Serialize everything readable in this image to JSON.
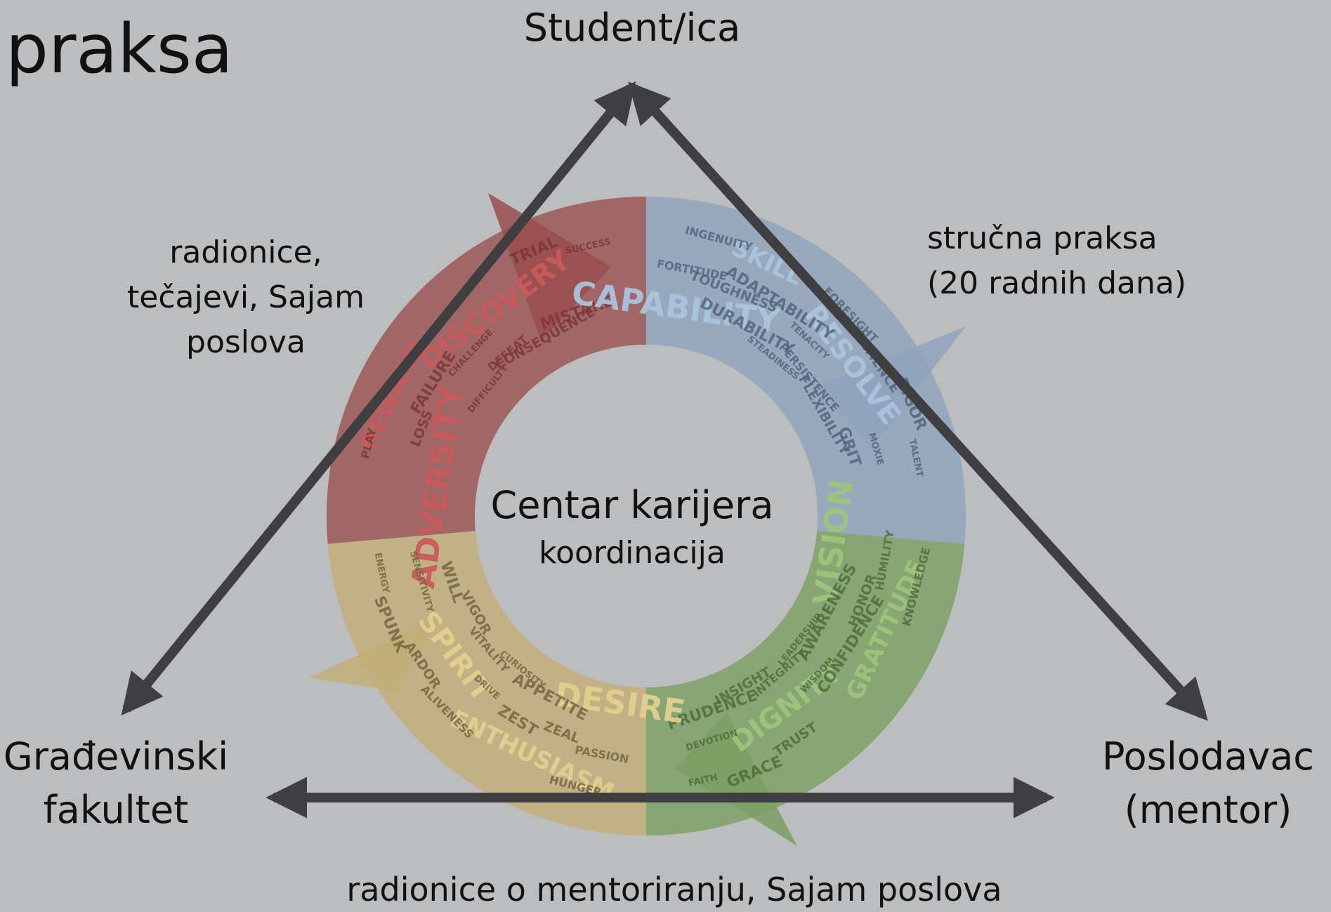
{
  "title": "praksa",
  "nodes": {
    "student": "Student/ica",
    "fakultet_line1": "Građevinski",
    "fakultet_line2": "fakultet",
    "poslodavac_line1": "Poslodavac",
    "poslodavac_line2": "(mentor)"
  },
  "edges": {
    "fakultet_student_line1": "radionice,",
    "fakultet_student_line2": "tečajevi, Sajam",
    "fakultet_student_line3": "poslova",
    "student_poslodavac_line1": "stručna praksa",
    "student_poslodavac_line2": "(20 radnih dana)",
    "fakultet_poslodavac": "radionice o mentoriranju, Sajam poslova"
  },
  "center": {
    "title": "Centar karijera",
    "subtitle": "koordinacija"
  },
  "cycle_segments": [
    {
      "color": "#a24c4c",
      "words": [
        "ADVERSITY",
        "DISCOVERY",
        "REWARD",
        "MISTAKE",
        "CHALLENGE",
        "PLAY",
        "CONSEQUENCE",
        "FAILURE",
        "SUCCESS",
        "DEFEAT",
        "LOSS",
        "TRIAL",
        "DIFFICULTY"
      ]
    },
    {
      "color": "#8ea6bf",
      "words": [
        "CAPABILITY",
        "RESOLVE",
        "SKILL",
        "GRIT",
        "TENACITY",
        "INGENUITY",
        "FLEXIBILITY",
        "ADAPTABILITY",
        "TALENT",
        "PERSISTENCE",
        "TOUGHNESS",
        "RIGOR",
        "STEADINESS",
        "FORTITUDE",
        "PATIENCE",
        "DURABILITY",
        "MOXIE",
        "FORESIGHT"
      ]
    },
    {
      "color": "#7ea763",
      "words": [
        "VISION",
        "DIGNITY",
        "GRATITUDE",
        "PRUDENCE",
        "WISDOM",
        "KNOWLEDGE",
        "INSIGHT",
        "CONFIDENCE",
        "FAITH",
        "INTEGRITY",
        "HONOR",
        "GRACE",
        "LEADERSHIP",
        "HUMILITY",
        "TRUST",
        "AWARENESS",
        "DEVOTION"
      ]
    },
    {
      "color": "#c8b57a",
      "words": [
        "DESIRE",
        "SPIRIT",
        "ENTHUSIASM",
        "WILL",
        "DRIVE",
        "HUNGER",
        "VIGOR",
        "ZEST",
        "ENERGY",
        "VITALITY",
        "ZEAL",
        "SPUNK",
        "CURIOSITY",
        "PASSION",
        "ARDOR",
        "APPETITE",
        "SENSITIVITY",
        "ALIVENESS"
      ]
    }
  ]
}
